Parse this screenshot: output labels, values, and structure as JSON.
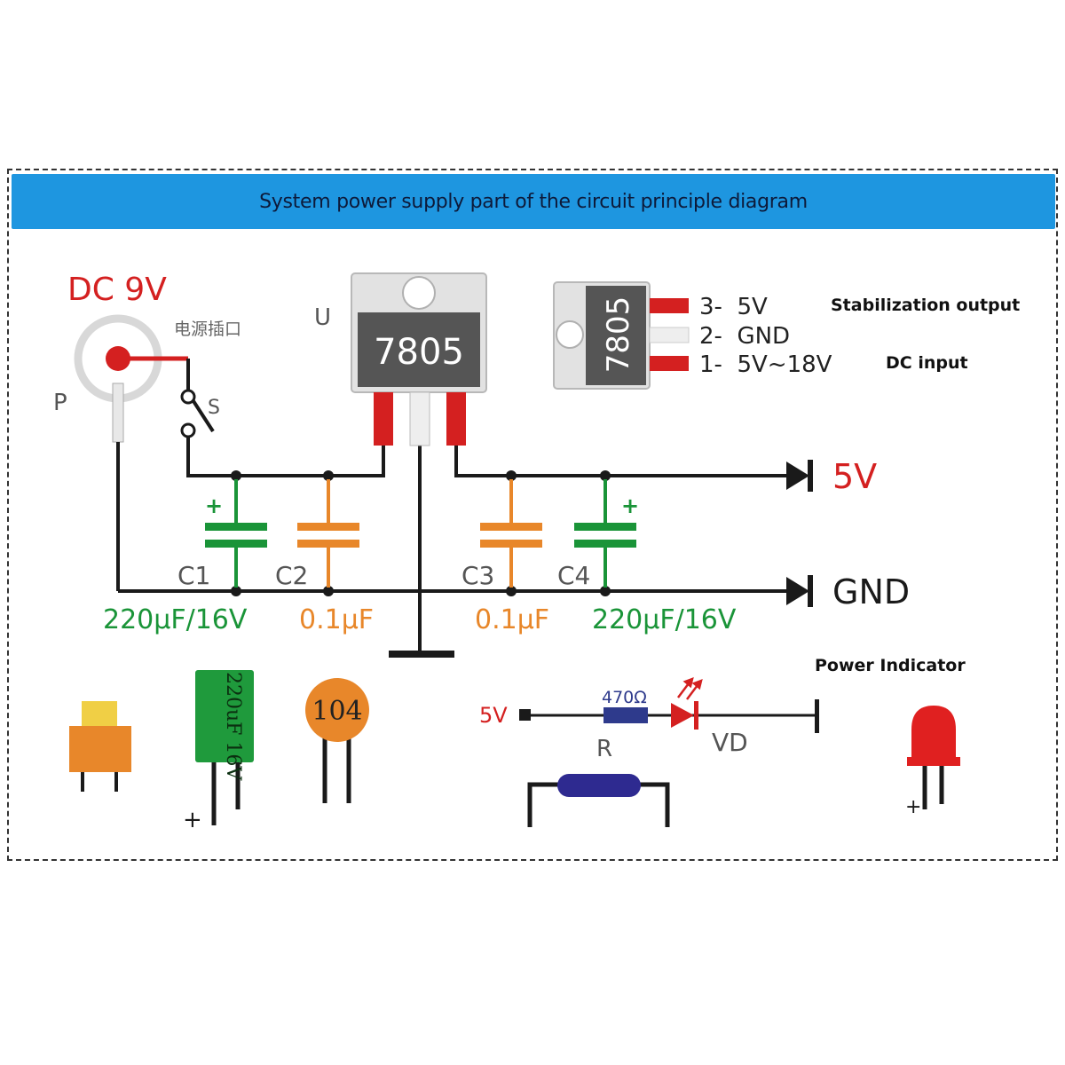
{
  "header": {
    "title": "System power supply part of the circuit principle diagram"
  },
  "input": {
    "voltage": "DC 9V",
    "jack_label": "电源插口",
    "jack_ref": "P",
    "switch_ref": "S"
  },
  "regulator": {
    "ref": "U",
    "part": "7805"
  },
  "pinout": {
    "part": "7805",
    "pins": [
      "3-  5V",
      "2-  GND",
      "1-  5V~18V"
    ],
    "stabilization_note": "Stabilization output",
    "input_note": "DC input"
  },
  "outputs": {
    "v5": "5V",
    "gnd": "GND"
  },
  "capacitors": [
    {
      "ref": "C1",
      "value": "220μF/16V",
      "polarity": "+"
    },
    {
      "ref": "C2",
      "value": "0.1μF"
    },
    {
      "ref": "C3",
      "value": "0.1μF"
    },
    {
      "ref": "C4",
      "value": "220μF/16V",
      "polarity": "+"
    }
  ],
  "components": {
    "electrolytic_marking": "220uF 16V",
    "electrolytic_plus": "+",
    "ceramic_marking": "104"
  },
  "indicator": {
    "title": "Power Indicator",
    "supply": "5V",
    "resistor_value": "470Ω",
    "resistor_ref": "R",
    "led_ref": "VD",
    "led_plus": "+"
  },
  "colors": {
    "banner": "#1e96e0",
    "red": "#d42020",
    "green": "#1a9438",
    "orange": "#e8872a",
    "wire": "#1a1a1a"
  }
}
